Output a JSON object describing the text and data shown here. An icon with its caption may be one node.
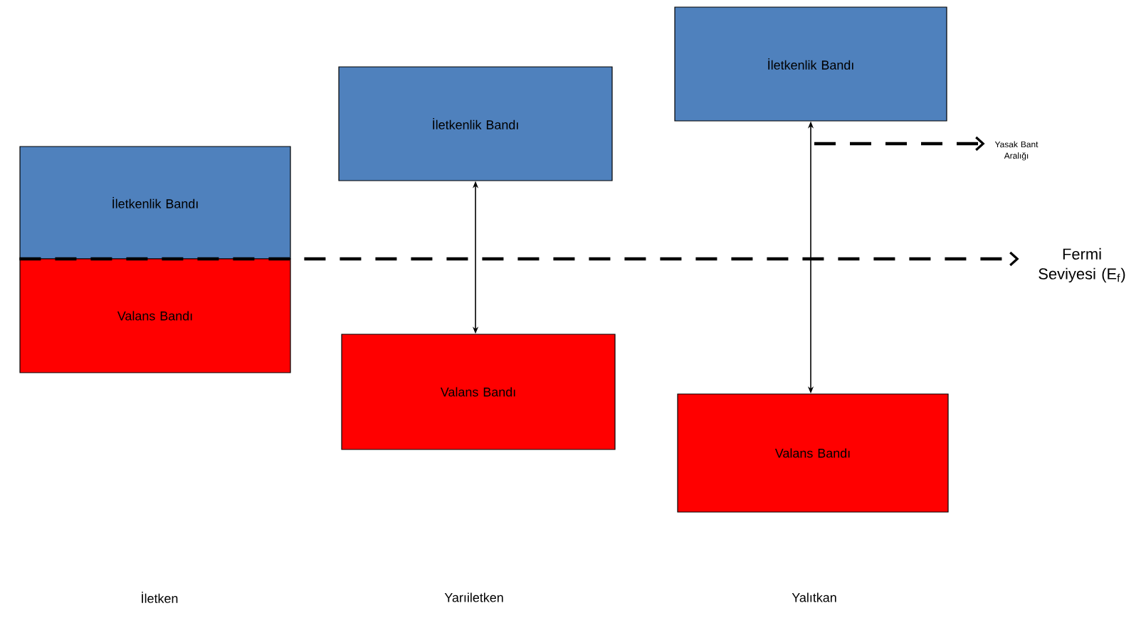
{
  "diagram": {
    "nodes": [
      {
        "text": [
          "İletkenlik Bandı"
        ]
      },
      {
        "text": [
          "Valans Bandı"
        ]
      },
      {
        "text": [
          "İletkenlik Bandı"
        ]
      },
      {
        "text": [
          "Valans Bandı"
        ]
      },
      {
        "text": [
          "İletkenlik Bandı"
        ]
      },
      {
        "text": [
          "Valans Bandı"
        ]
      },
      {
        "text": [
          "Yasak Bant Aralığı"
        ]
      },
      {
        "text": [
          "Fermi Seviyesi (E$_{f}$)"
        ]
      }
    ],
    "edges": [
      {
        "from": 2,
        "to": 3,
        "arrow": "both"
      },
      {
        "from": 4,
        "to": 5,
        "arrow": "both"
      },
      {
        "from": null,
        "to": 6,
        "arrow": "to",
        "style": "dashed"
      },
      {
        "from": 0,
        "to": 7,
        "arrow": "to",
        "style": "dashed"
      }
    ],
    "labels": [
      "İletken",
      "Yarıiletken",
      "Yalıtkan"
    ]
  }
}
